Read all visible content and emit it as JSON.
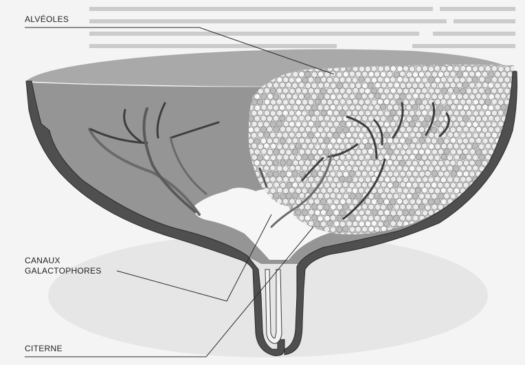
{
  "labels": {
    "alveoles": "ALVÉOLES",
    "canaux_line1": "CANAUX",
    "canaux_line2": "GALACTOPHORES",
    "citerne": "CITERNE"
  },
  "colors": {
    "background": "#f4f4f4",
    "tissue": "#939393",
    "tissue_dark": "#7c7c7c",
    "wall": "#4f4f4f",
    "wall_edge": "#2a2a2a",
    "top_surface": "#a8a8a8",
    "cistern": "#f6f6f6",
    "alveolus_fill": "#ececec",
    "alveolus_stroke": "#8a8a8a",
    "duct": "#3d3d3d",
    "leader_line": "#2a2a2a"
  }
}
